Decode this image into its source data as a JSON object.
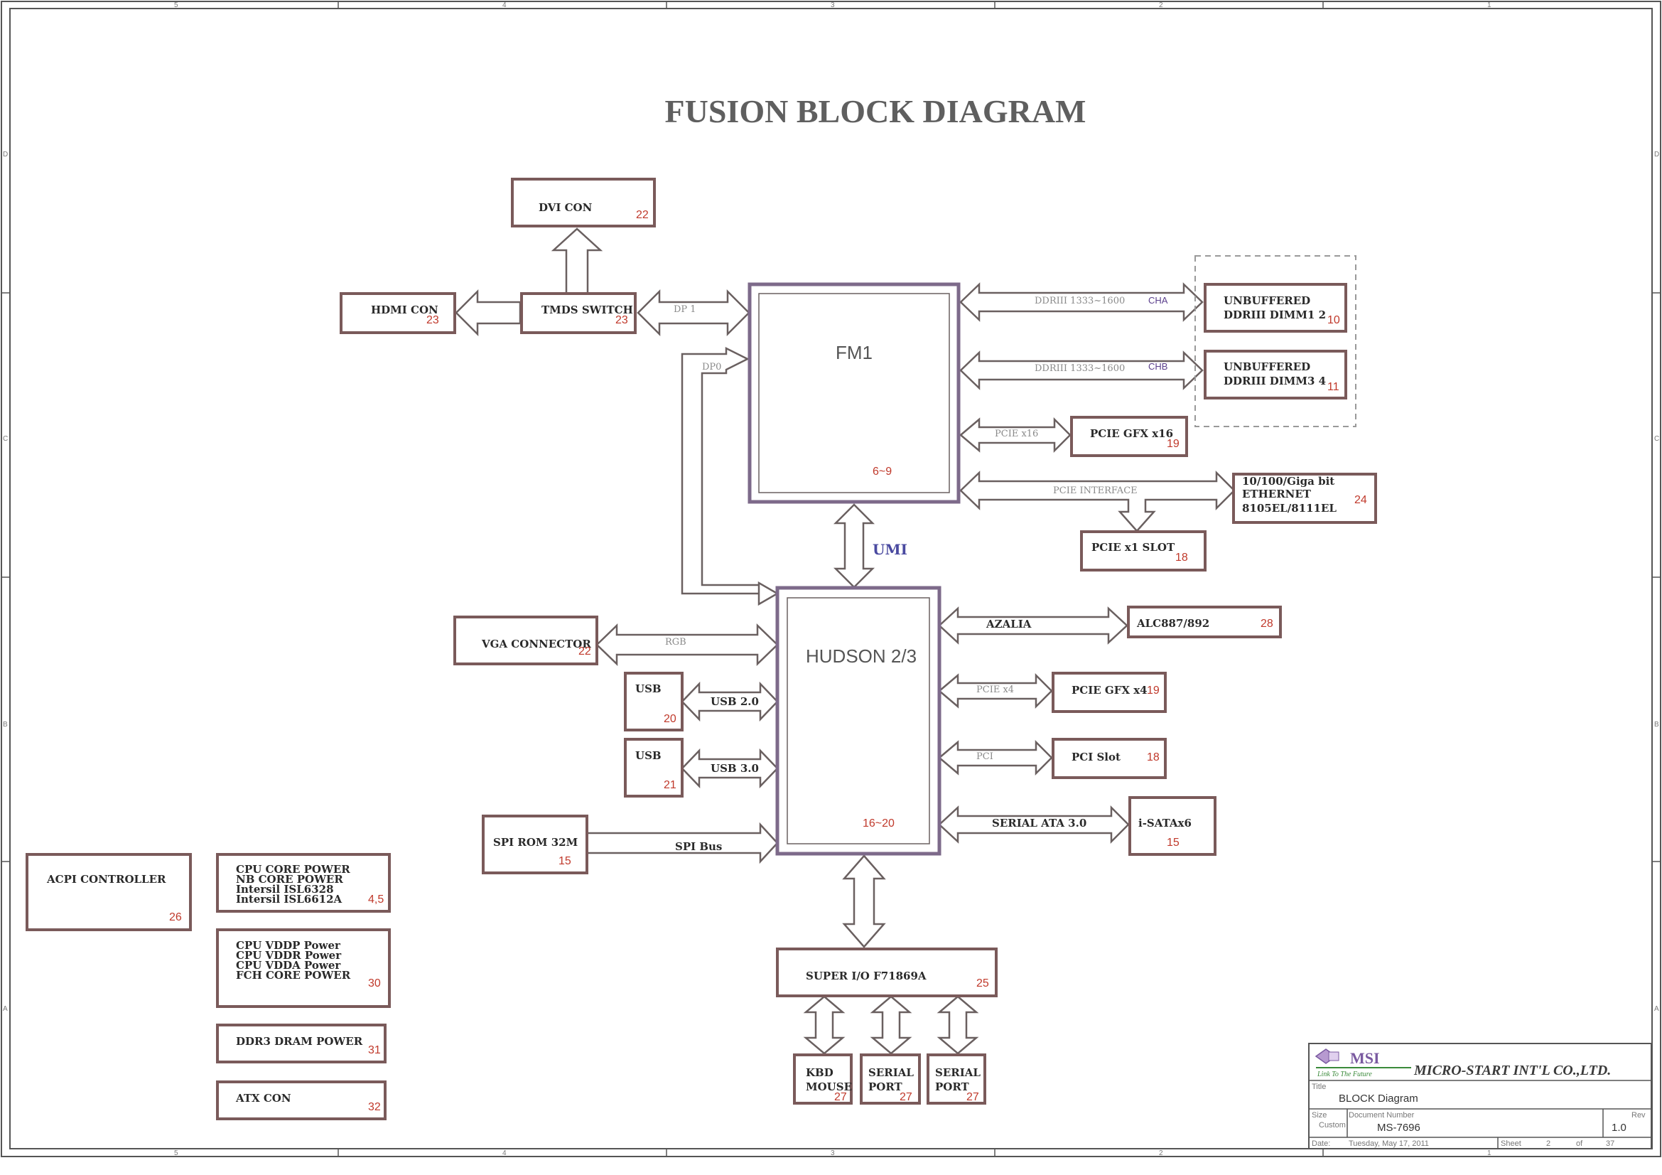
{
  "title": "FUSION BLOCK DIAGRAM",
  "frame": {
    "top_ticks": [
      "5",
      "4",
      "3",
      "2",
      "1"
    ],
    "side_ticks": [
      "D",
      "C",
      "B",
      "A"
    ]
  },
  "blocks": {
    "dvi_con": {
      "label": "DVI CON",
      "page": "22"
    },
    "hdmi_con": {
      "label": "HDMI CON",
      "page": "23"
    },
    "tmds_switch": {
      "label": "TMDS SWITCH",
      "page": "23"
    },
    "fm1": {
      "label": "FM1",
      "page": "6~9"
    },
    "dimm12": {
      "label1": "UNBUFFERED",
      "label2": "DDRIII  DIMM1 2",
      "page": "10"
    },
    "dimm34": {
      "label1": "UNBUFFERED",
      "label2": "DDRIII DIMM3 4",
      "page": "11"
    },
    "pcie_gfx16": {
      "label": "PCIE GFX x16",
      "page": "19"
    },
    "ethernet": {
      "label1": "10/100/Giga bit",
      "label2": "ETHERNET",
      "label3": "8105EL/8111EL",
      "page": "24"
    },
    "pcie_x1_slot": {
      "label": "PCIE x1 SLOT",
      "page": "18"
    },
    "hudson": {
      "label": "HUDSON 2/3",
      "page": "16~20"
    },
    "vga_connector": {
      "label": "VGA CONNECTOR",
      "page": "22"
    },
    "usb20": {
      "label": "USB",
      "page": "20"
    },
    "usb30": {
      "label": "USB",
      "page": "21"
    },
    "spi_rom": {
      "label": "SPI ROM 32M",
      "page": "15"
    },
    "alc": {
      "label": "ALC887/892",
      "page": "28"
    },
    "pcie_gfx4": {
      "label": "PCIE GFX x4",
      "page": "19"
    },
    "pci_slot": {
      "label": "PCI Slot",
      "page": "18"
    },
    "isata": {
      "label": "i-SATAx6",
      "page": "15"
    },
    "super_io": {
      "label": "SUPER I/O F71869A",
      "page": "25"
    },
    "kbd_mouse": {
      "label1": "KBD",
      "label2": "MOUSE",
      "page": "27"
    },
    "serial1": {
      "label1": "SERIAL",
      "label2": "PORT",
      "page": "27"
    },
    "serial2": {
      "label1": "SERIAL",
      "label2": "PORT",
      "page": "27"
    },
    "acpi": {
      "label": "ACPI CONTROLLER",
      "page": "26"
    },
    "cpu_core_power": {
      "lines": [
        "CPU CORE POWER",
        "NB CORE POWER",
        "Intersil ISL6328",
        "Intersil ISL6612A"
      ],
      "page": "4,5"
    },
    "cpu_vddp": {
      "lines": [
        "CPU VDDP Power",
        "CPU VDDR Power",
        "CPU VDDA Power",
        "FCH CORE POWER"
      ],
      "page": "30"
    },
    "ddr3_power": {
      "label": "DDR3 DRAM POWER",
      "page": "31"
    },
    "atx_con": {
      "label": "ATX CON",
      "page": "32"
    }
  },
  "links": {
    "dp1": "DP 1",
    "dp0": "DP0",
    "ddr_cha": "DDRIII 1333~1600",
    "cha": "CHA",
    "ddr_chb": "DDRIII 1333~1600",
    "chb": "CHB",
    "pcie_x16": "PCIE x16",
    "pcie_interface": "PCIE INTERFACE",
    "umi": "UMI",
    "rgb": "RGB",
    "usb20": "USB 2.0",
    "usb30": "USB 3.0",
    "spi_bus": "SPI Bus",
    "azalia": "AZALIA",
    "pcie_x4": "PCIE x4",
    "pci": "PCI",
    "sata": "SERIAL ATA 3.0"
  },
  "title_block": {
    "brand": "MSI",
    "tagline": "Link To The Future",
    "company": "MICRO-START INT'L CO.,LTD.",
    "title_label": "Title",
    "title_value": "BLOCK Diagram",
    "size_label": "Size",
    "size_value": "Custom",
    "docnum_label": "Document Number",
    "docnum_value": "MS-7696",
    "rev_label": "Rev",
    "rev_value": "1.0",
    "date_label": "Date:",
    "date_value": "Tuesday, May 17, 2011",
    "sheet_label": "Sheet",
    "sheet_value": "2",
    "of_label": "of",
    "of_value": "37"
  }
}
